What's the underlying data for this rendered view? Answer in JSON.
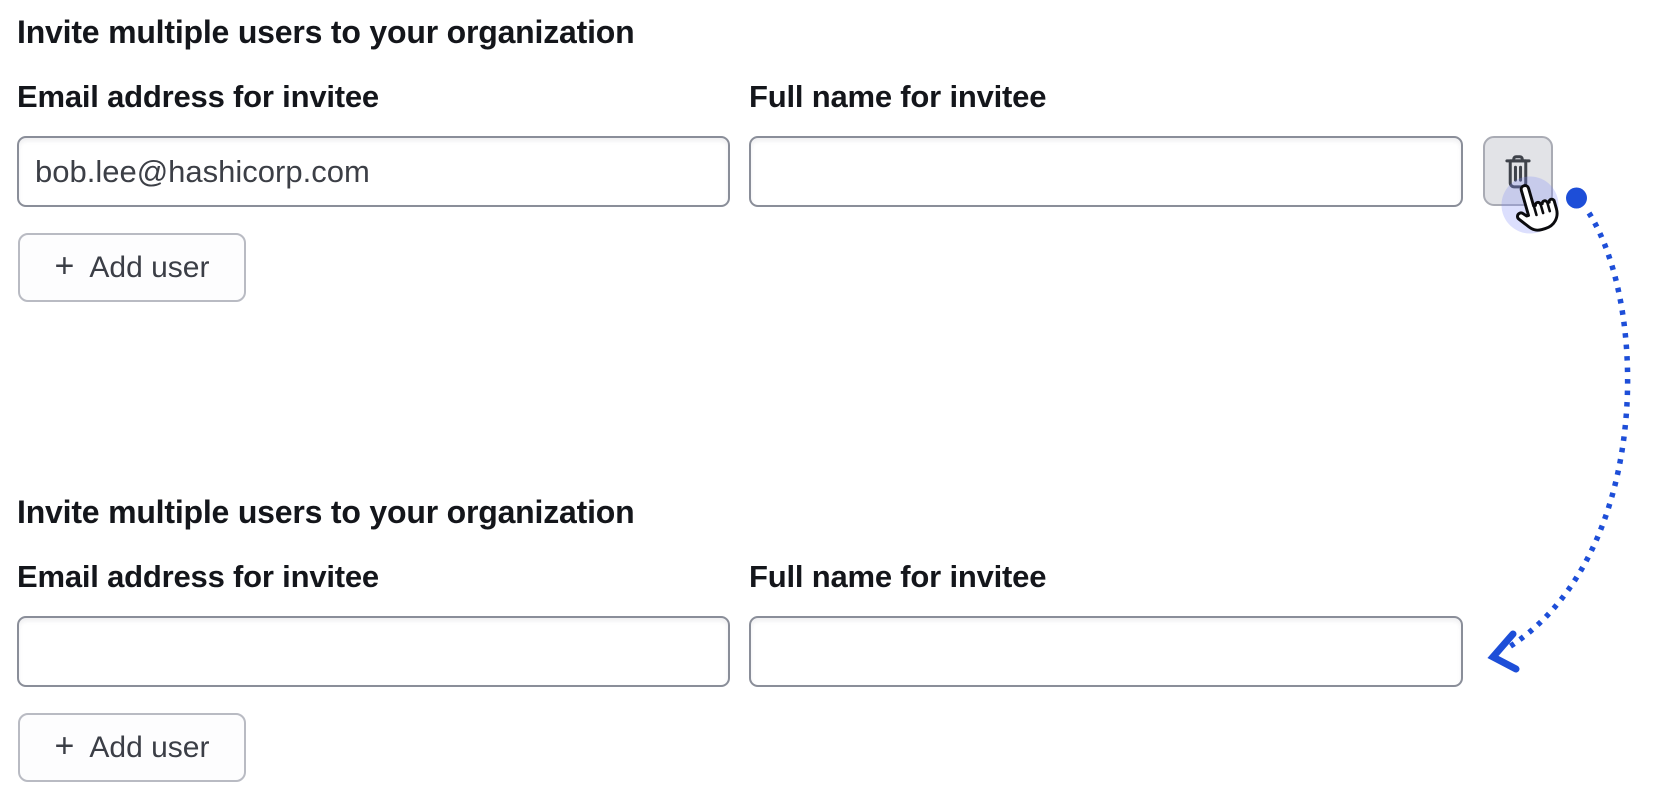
{
  "page": {
    "background": "#ffffff"
  },
  "sections": [
    {
      "title": "Invite multiple users to your organization",
      "email_label": "Email address for invitee",
      "name_label": "Full name for invitee",
      "email_value": "bob.lee@hashicorp.com",
      "name_value": "",
      "plus_glyph": "+",
      "add_user_label": "Add user",
      "has_delete_button": true
    },
    {
      "title": "Invite multiple users to your organization",
      "email_label": "Email address for invitee",
      "name_label": "Full name for invitee",
      "email_value": "",
      "name_value": "",
      "plus_glyph": "+",
      "add_user_label": "Add user",
      "has_delete_button": false
    }
  ],
  "icons": {
    "delete": "trash-icon",
    "cursor": "hand-pointer-cursor",
    "annotation": "dotted-curved-arrow-from-delete-button-to-second-row"
  },
  "colors": {
    "annotation_blue": "#1d4ed8",
    "click_halo": "rgba(129,140,248,0.28)",
    "input_border": "#8a8e99",
    "button_border": "#b9bbc3",
    "button_background": "#fdfdfe",
    "delete_button_background": "#e2e3e7",
    "delete_button_border": "#a9abb4",
    "icon_color": "#3f434b",
    "text_primary": "#14161b",
    "input_text": "#3c3f46"
  }
}
